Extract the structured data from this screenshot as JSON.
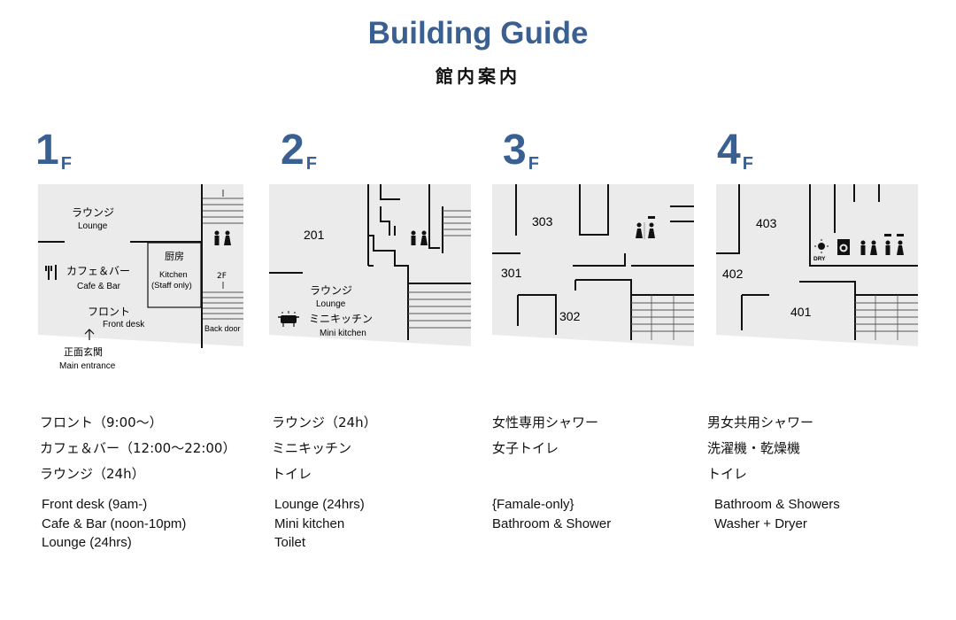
{
  "header": {
    "title": "Building Guide",
    "subtitle": "館内案内"
  },
  "floors": [
    {
      "num": "1",
      "suffix": "F",
      "plan": {
        "lounge_jp": "ラウンジ",
        "lounge_en": "Lounge",
        "cafe_jp": "カフェ＆バー",
        "cafe_en": "Cafe & Bar",
        "kitchen_jp": "厨房",
        "kitchen_en": "Kitchen",
        "kitchen_note": "(Staff only)",
        "front_jp": "フロント",
        "front_en": "Front desk",
        "entrance_jp": "正面玄関",
        "entrance_en": "Main entrance",
        "stairs_top": "2F",
        "stairs_bottom": "2F",
        "back_door": "Back door"
      },
      "jp_items": [
        "フロント（9:00～）",
        "カフェ＆バー（12:00～22:00）",
        "ラウンジ（24h）"
      ],
      "en_items": [
        "Front desk (9am-)",
        "Cafe & Bar (noon-10pm)",
        "Lounge (24hrs)"
      ]
    },
    {
      "num": "2",
      "suffix": "F",
      "plan": {
        "room": "201",
        "lounge_jp": "ラウンジ",
        "lounge_en": "Lounge",
        "kitchen_jp": "ミニキッチン",
        "kitchen_en": "Mini kitchen"
      },
      "jp_items": [
        "ラウンジ（24h）",
        "ミニキッチン",
        "トイレ"
      ],
      "en_items": [
        "Lounge (24hrs)",
        "Mini kitchen",
        "Toilet"
      ]
    },
    {
      "num": "3",
      "suffix": "F",
      "plan": {
        "room_a": "303",
        "room_b": "301",
        "room_c": "302"
      },
      "jp_items": [
        "女性専用シャワー",
        "女子トイレ"
      ],
      "en_items": [
        "{Famale-only}",
        "Bathroom & Shower"
      ]
    },
    {
      "num": "4",
      "suffix": "F",
      "plan": {
        "room_a": "403",
        "room_b": "402",
        "room_c": "401",
        "dry_label": "DRY"
      },
      "jp_items": [
        "男女共用シャワー",
        "洗濯機・乾燥機",
        "トイレ"
      ],
      "en_items": [
        "Bathroom & Showers",
        "Washer + Dryer"
      ]
    }
  ],
  "colors": {
    "accent": "#3a5f91",
    "plan_bg": "#ebebeb",
    "wall": "#111111"
  }
}
